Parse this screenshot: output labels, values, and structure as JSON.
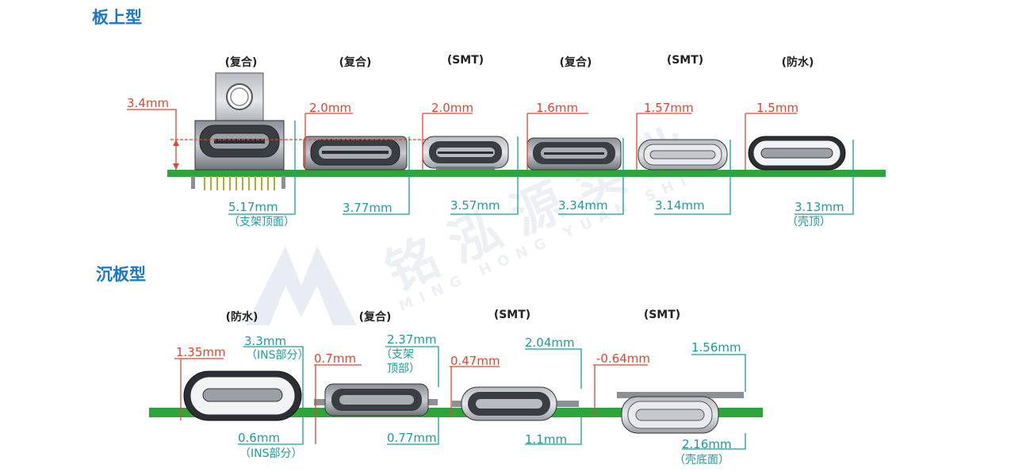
{
  "sections": {
    "onboard_title": "板上型",
    "sinkboard_title": "沉板型"
  },
  "watermark": {
    "text_cn": "铭 泓 源 实 业",
    "text_en": "MING HONG YUAN SHI YE"
  },
  "onboard": [
    {
      "type": "(复合)",
      "top": "3.4mm",
      "bottom": "5.17mm",
      "note": "（支架顶面）"
    },
    {
      "type": "(复合)",
      "top": "2.0mm",
      "bottom": "3.77mm"
    },
    {
      "type": "(SMT)",
      "top": "2.0mm",
      "bottom": "3.57mm"
    },
    {
      "type": "(复合)",
      "top": "1.6mm",
      "bottom": "3.34mm"
    },
    {
      "type": "(SMT)",
      "top": "1.57mm",
      "bottom": "3.14mm"
    },
    {
      "type": "(防水)",
      "top": "1.5mm",
      "bottom": "3.13mm",
      "note": "（壳顶）"
    }
  ],
  "sinkboard": [
    {
      "type": "(防水)",
      "left": "1.35mm",
      "top": "3.3mm",
      "top_note": "（INS部分）",
      "bottom": "0.6mm",
      "bottom_note": "（INS部分）"
    },
    {
      "type": "(复合)",
      "left": "0.7mm",
      "top": "2.37mm",
      "top_note1": "（支架",
      "top_note2": "顶部）",
      "bottom": "0.77mm"
    },
    {
      "type": "(SMT)",
      "left": "0.47mm",
      "top": "2.04mm",
      "bottom": "1.1mm"
    },
    {
      "type": "(SMT)",
      "left": "-0.64mm",
      "top": "1.56mm",
      "bottom": "2.16mm",
      "bottom_note": "（壳底面）"
    }
  ],
  "colors": {
    "title_blue": "#1d78c8",
    "dim_red": "#e5452e",
    "dim_teal": "#1a9d9b",
    "pcb_green": "#2ca53a"
  }
}
